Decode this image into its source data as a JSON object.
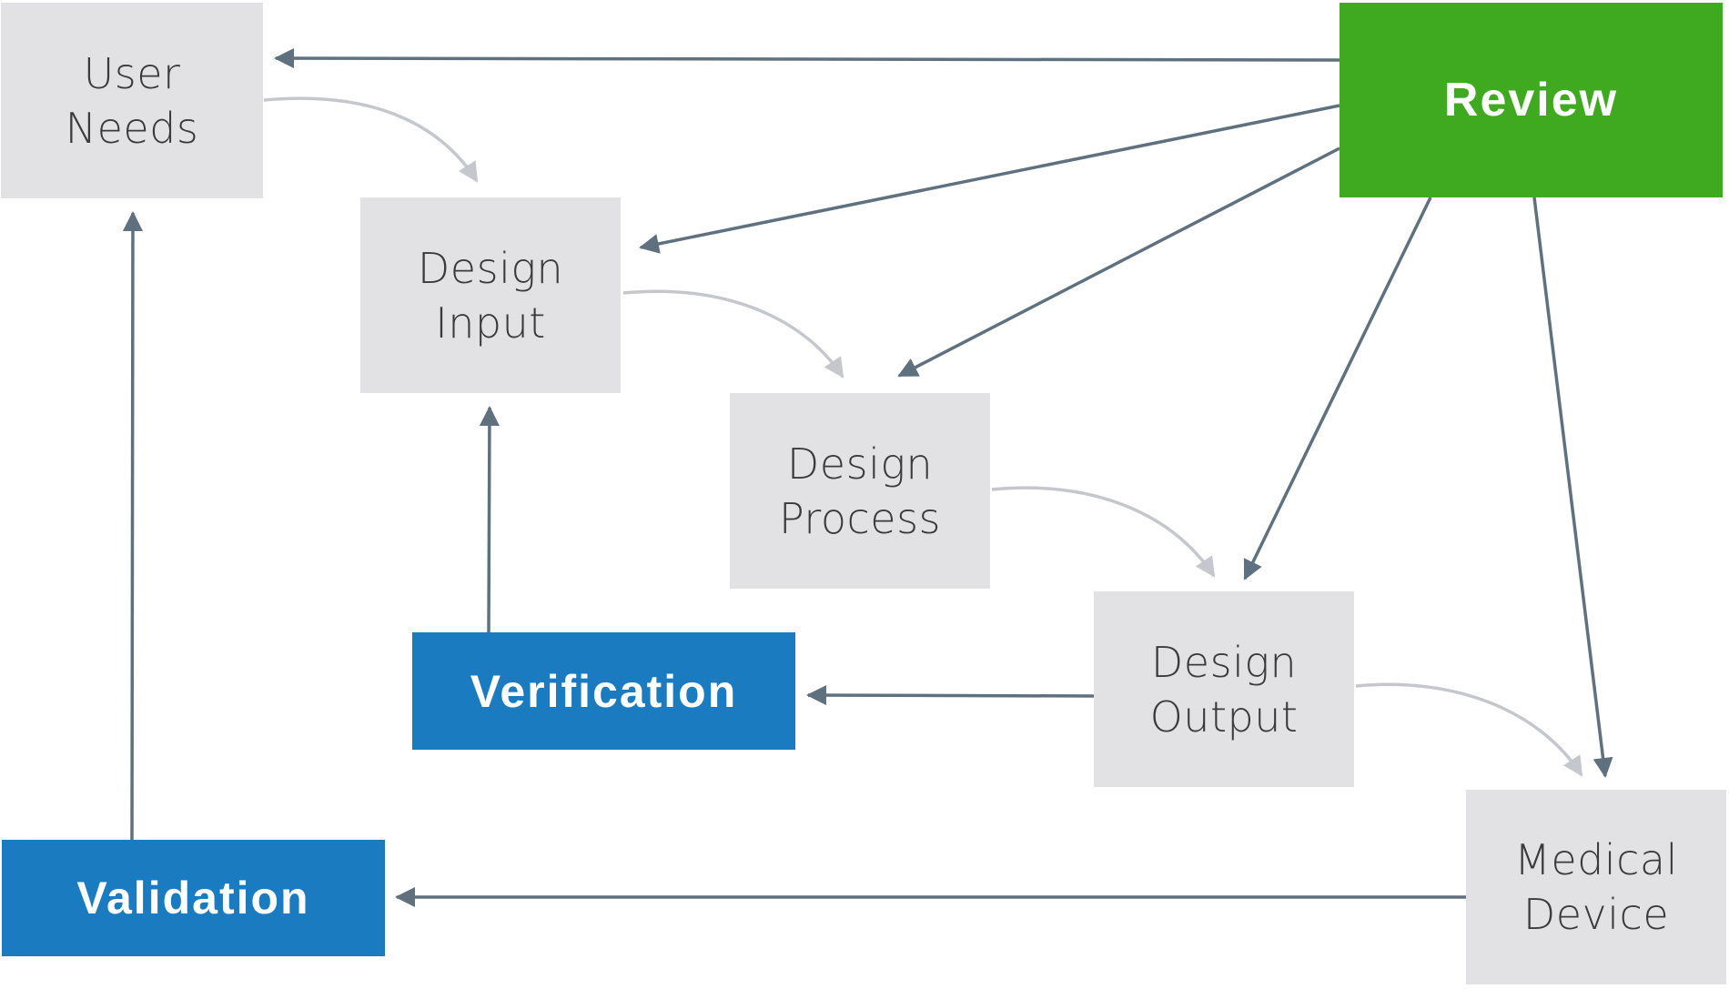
{
  "diagram": {
    "colors": {
      "process_box": "#e2e2e4",
      "verification_box": "#1b7bc0",
      "review_box": "#3fa91f",
      "feedback_arrow": "#5f717e",
      "flow_arrow": "#c6c7cc",
      "process_text": "#3a3a3c",
      "highlight_text": "#ffffff"
    },
    "nodes": {
      "user_needs": {
        "line1": "User",
        "line2": "Needs"
      },
      "design_input": {
        "line1": "Design",
        "line2": "Input"
      },
      "design_process": {
        "line1": "Design",
        "line2": "Process"
      },
      "design_output": {
        "line1": "Design",
        "line2": "Output"
      },
      "medical_device": {
        "line1": "Medical",
        "line2": "Device"
      },
      "review": {
        "label": "Review"
      },
      "verification": {
        "label": "Verification"
      },
      "validation": {
        "label": "Validation"
      }
    },
    "edges": [
      {
        "from": "User Needs",
        "to": "Design Input",
        "kind": "flow"
      },
      {
        "from": "Design Input",
        "to": "Design Process",
        "kind": "flow"
      },
      {
        "from": "Design Process",
        "to": "Design Output",
        "kind": "flow"
      },
      {
        "from": "Design Output",
        "to": "Medical Device",
        "kind": "flow"
      },
      {
        "from": "Review",
        "to": "User Needs",
        "kind": "feedback"
      },
      {
        "from": "Review",
        "to": "Design Input",
        "kind": "feedback"
      },
      {
        "from": "Review",
        "to": "Design Process",
        "kind": "feedback"
      },
      {
        "from": "Review",
        "to": "Design Output",
        "kind": "feedback"
      },
      {
        "from": "Review",
        "to": "Medical Device",
        "kind": "feedback"
      },
      {
        "from": "Design Output",
        "to": "Verification",
        "kind": "feedback"
      },
      {
        "from": "Verification",
        "to": "Design Input",
        "kind": "feedback"
      },
      {
        "from": "Medical Device",
        "to": "Validation",
        "kind": "feedback"
      },
      {
        "from": "Validation",
        "to": "User Needs",
        "kind": "feedback"
      }
    ]
  }
}
